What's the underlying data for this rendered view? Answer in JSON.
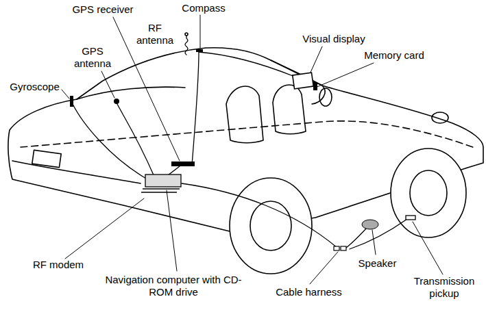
{
  "diagram": {
    "labels": [
      "GPS receiver",
      "Compass",
      "RF antenna",
      "Visual display",
      "Memory card",
      "GPS antenna",
      "Gyroscope",
      "RF modem",
      "Speaker",
      "Cable harness",
      "Transmission pickup",
      "Navigation computer with CD-ROM drive"
    ]
  }
}
